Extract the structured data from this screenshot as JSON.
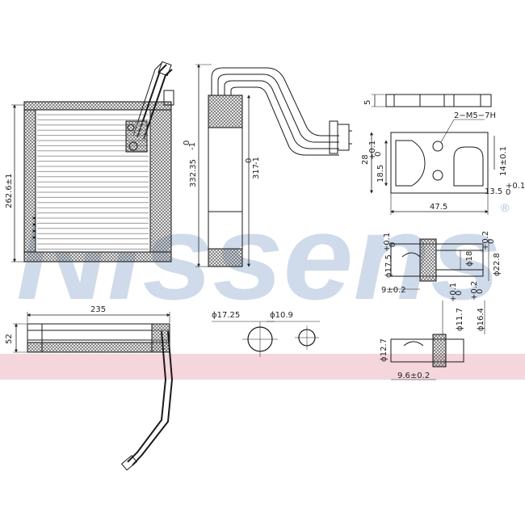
{
  "brand": {
    "watermark": "Nissens",
    "registered_mark": "®",
    "watermark_color": "#a9bfd9",
    "band_color": "#f2cfd6"
  },
  "colors": {
    "line": "#1a1a1a",
    "hatch": "#7a7a7a",
    "fins": "#cfcfcf"
  },
  "dimensions": {
    "core_height": "262.6±1",
    "core_width": "235",
    "core_depth": "52",
    "side_height": "332.35",
    "side_height_tol_upper": "0",
    "side_height_tol_lower": "-1",
    "side_inner_height": "317",
    "side_inner_tol_upper": "0",
    "side_inner_tol_lower": "-1",
    "flange_thickness": "5",
    "flange_thread": "2−M5−7H",
    "flange_height": "28",
    "flange_inner": "18.5",
    "flange_inner_tol_upper": "+0.1",
    "flange_inner_tol_lower": "0",
    "flange_slot": "14±0.1",
    "flange_offset": "13.5",
    "flange_offset_tol_upper": "+0.1",
    "flange_offset_tol_lower": "0",
    "flange_width": "47.5",
    "pipe_large_dia": "ϕ17.25",
    "pipe_small_dia": "ϕ10.9",
    "fitting1_bore": "ϕ17.5",
    "fitting1_bore_tol_upper": "+0.1",
    "fitting1_bore_tol_lower": "0",
    "fitting1_od": "ϕ18",
    "fitting1_flange": "ϕ22.8",
    "fitting1_flange_tol_upper": "+0.2",
    "fitting1_flange_tol_lower": "0",
    "fitting1_length": "9±0.2",
    "fitting2_bore": "ϕ11.7",
    "fitting2_bore_tol_upper": "+0.1",
    "fitting2_bore_tol_lower": "0",
    "fitting2_flange": "ϕ16.4",
    "fitting2_flange_tol_upper": "+0.2",
    "fitting2_flange_tol_lower": "0",
    "fitting2_od": "ϕ12.7",
    "fitting2_length": "9.6±0.2"
  }
}
